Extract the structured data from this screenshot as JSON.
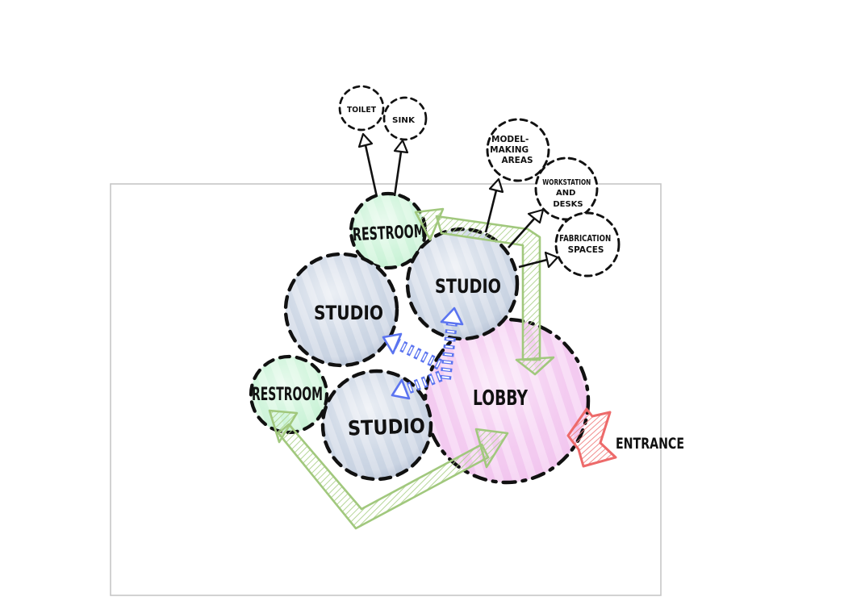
{
  "rooms": {
    "restroom_top": {
      "label": "RESTROOM"
    },
    "studio_left": {
      "label": "STUDIO"
    },
    "studio_top_right": {
      "label": "STUDIO"
    },
    "restroom_left": {
      "label": "RESTROOM"
    },
    "studio_bottom": {
      "label": "STUDIO"
    },
    "lobby": {
      "label": "LOBBY"
    }
  },
  "sub_spaces": {
    "toilet": {
      "lines": [
        "TOILET"
      ]
    },
    "sink": {
      "lines": [
        "SINK"
      ]
    },
    "model_making": {
      "lines": [
        "MODEL-",
        "MAKING",
        "AREAS"
      ]
    },
    "workstation": {
      "lines": [
        "WORKSTATION",
        "AND",
        "DESKS"
      ]
    },
    "fabrication": {
      "lines": [
        "FABRICATION",
        "SPACES"
      ]
    }
  },
  "entrance": {
    "label": "ENTRANCE"
  },
  "colors": {
    "restroom_fill": "#d2f6dd",
    "studio_fill": "#c8d2e1",
    "lobby_fill": "#f4cef2",
    "circulation_green": "#a1c87d",
    "flow_blue": "#5b74f0",
    "entrance_red": "#ed6a6a",
    "outline_black": "#111111",
    "site_border_gray": "#c6c6c6"
  }
}
